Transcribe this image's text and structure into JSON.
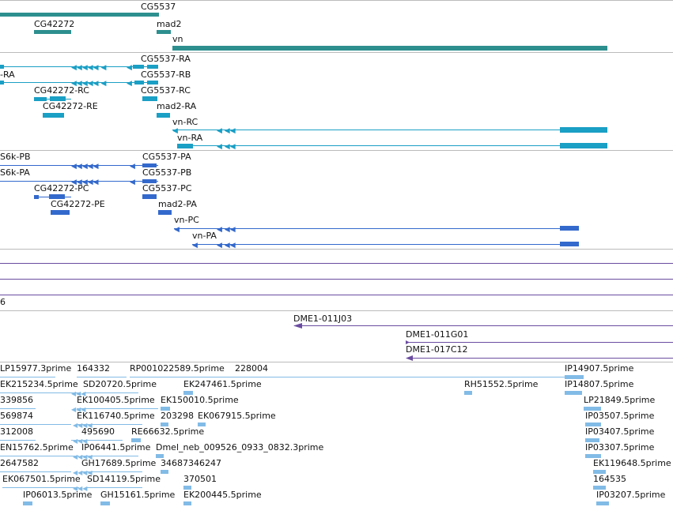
{
  "colors": {
    "gene": "#2e8f8f",
    "transcript": "#1a9fc5",
    "protein": "#3369cc",
    "clone": "#6a4ca0",
    "est": "#82bbe6",
    "separator": "#bbbbbb"
  },
  "tracks": {
    "genes": {
      "labels": [
        "CG5537",
        "CG42272",
        "mad2",
        "vn"
      ]
    },
    "transcripts": {
      "labels": [
        "CG5537-RA",
        "-RA",
        "CG5537-RB",
        "CG42272-RC",
        "CG5537-RC",
        "CG42272-RE",
        "mad2-RA",
        "vn-RC",
        "vn-RA"
      ]
    },
    "proteins": {
      "labels": [
        "CG5537-PA",
        "S6k-PB",
        "S6k-PA",
        "CG5537-PB",
        "CG42272-PC",
        "CG5537-PC",
        "CG42272-PE",
        "mad2-PA",
        "vn-PC",
        "vn-PA"
      ]
    },
    "misc": {
      "labels": [
        "6"
      ]
    },
    "clones": {
      "labels": [
        "DME1-011J03",
        "DME1-011G01",
        "DME1-017C12"
      ]
    },
    "ests": {
      "labels": [
        "LP15977.3prime",
        "164332",
        "RP001022589.5prime",
        "228004",
        "IP14907.5prime",
        "EK215234.5prime",
        "SD20720.5prime",
        "EK247461.5prime",
        "RH51552.5prime",
        "IP14807.5prime",
        "339856",
        "EK100405.5prime",
        "EK150010.5prime",
        "LP21849.5prime",
        "569874",
        "EK116740.5prime",
        "203298",
        "EK067915.5prime",
        "IP03507.5prime",
        "312008",
        "495690",
        "RE66632.5prime",
        "IP03407.5prime",
        "EN15762.5prime",
        "IP06441.5prime",
        "Dmel_neb_009526_0933_0832.3prime",
        "IP03307.5prime",
        "2647582",
        "GH17689.5prime",
        "34687346247",
        "EK119648.5prime",
        "EK067501.5prime",
        "SD14119.5prime",
        "370501",
        "164535",
        "IP06013.5prime",
        "GH15161.5prime",
        "EK200445.5prime",
        "IP03207.5prime"
      ]
    }
  }
}
